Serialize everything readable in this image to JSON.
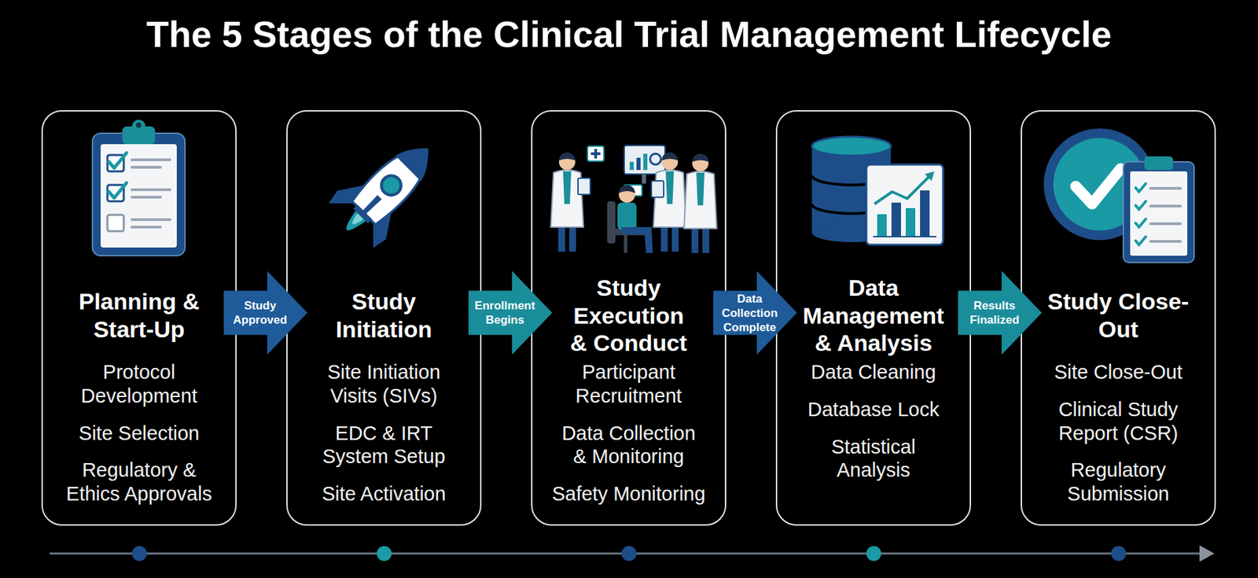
{
  "diagram": {
    "title": "The 5 Stages of the Clinical Trial Management Lifecycle",
    "nodes": [
      {
        "text": [
          "Planning & Start-Up",
          "Protocol Development",
          "Site Selection",
          "Regulatory & Ethics Approvals"
        ]
      },
      {
        "text": [
          "Study Initiation",
          "Site Initiation Visits (SIVs)",
          "EDC & IRT System Setup",
          "Site Activation"
        ]
      },
      {
        "text": [
          "Study Execution & Conduct",
          "Participant Recruitment",
          "Data Collection & Monitoring",
          "Safety Monitoring"
        ]
      },
      {
        "text": [
          "Data Management & Analysis",
          "Data Cleaning",
          "Database Lock",
          "Statistical Analysis"
        ]
      },
      {
        "text": [
          "Study Close-Out",
          "Site Close-Out",
          "Clinical Study Report (CSR)",
          "Regulatory Submission"
        ]
      }
    ],
    "edges": [
      {
        "from": 0,
        "to": 1,
        "label": "Study Approved",
        "arrow": "to"
      },
      {
        "from": 1,
        "to": 2,
        "label": "Enrollment Begins",
        "arrow": "to"
      },
      {
        "from": 2,
        "to": 3,
        "label": "Data Collection Complete",
        "arrow": "to"
      },
      {
        "from": 3,
        "to": 4,
        "label": "Results Finalized",
        "arrow": "to"
      }
    ]
  }
}
